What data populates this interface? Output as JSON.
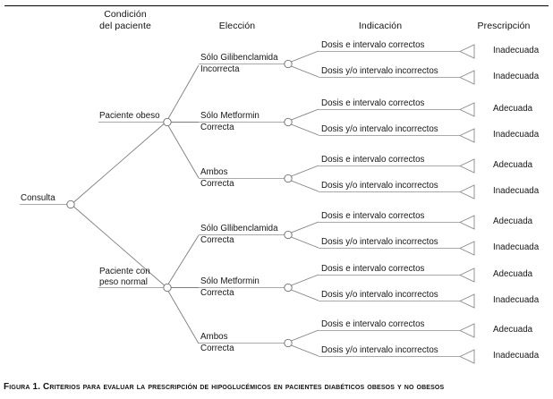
{
  "figure": {
    "caption": "Figura 1. Criterios para evaluar la prescripción de hipoglucémicos en pacientes diabéticos obesos  y no obesos",
    "root_label": "Consulta"
  },
  "headers": {
    "condicion": "Condición\ndel paciente",
    "eleccion": "Elección",
    "indicacion": "Indicación",
    "prescripcion": "Prescripción"
  },
  "indication_labels": {
    "correct": "Dosis e intervalo correctos",
    "incorrect": "Dosis y/o intervalo incorrectos"
  },
  "prescription_values": {
    "adecuada": "Adecuada",
    "inadecuada": "Inadecuada"
  },
  "branches": [
    {
      "condition": "Paciente obeso",
      "choices": [
        {
          "drug": "Sólo Gilibenclamida",
          "correctness": "Incorrecta",
          "outcomes": [
            {
              "indication": "Dosis e intervalo correctos",
              "prescription": "Inadecuada"
            },
            {
              "indication": "Dosis y/o intervalo incorrectos",
              "prescription": "Inadecuada"
            }
          ]
        },
        {
          "drug": "Sólo Metformin",
          "correctness": "Correcta",
          "outcomes": [
            {
              "indication": "Dosis e intervalo correctos",
              "prescription": "Adecuada"
            },
            {
              "indication": "Dosis y/o intervalo incorrectos",
              "prescription": "Inadecuada"
            }
          ]
        },
        {
          "drug": "Ambos",
          "correctness": "Correcta",
          "outcomes": [
            {
              "indication": "Dosis e intervalo correctos",
              "prescription": "Adecuada"
            },
            {
              "indication": "Dosis y/o intervalo incorrectos",
              "prescription": "Inadecuada"
            }
          ]
        }
      ]
    },
    {
      "condition": "Paciente con\npeso normal",
      "choices": [
        {
          "drug": "Sólo Gllibenclamida",
          "correctness": "Correcta",
          "outcomes": [
            {
              "indication": "Dosis e intervalo correctos",
              "prescription": "Adecuada"
            },
            {
              "indication": "Dosis y/o intervalo incorrectos",
              "prescription": "Inadecuada"
            }
          ]
        },
        {
          "drug": "Sólo Metformin",
          "correctness": "Correcta",
          "outcomes": [
            {
              "indication": "Dosis e intervalo correctos",
              "prescription": "Adecuada"
            },
            {
              "indication": "Dosis y/o intervalo incorrectos",
              "prescription": "Inadecuada"
            }
          ]
        },
        {
          "drug": "Ambos",
          "correctness": "Correcta",
          "outcomes": [
            {
              "indication": "Dosis e intervalo correctos",
              "prescription": "Adecuada"
            },
            {
              "indication": "Dosis y/o intervalo incorrectos",
              "prescription": "Inadecuada"
            }
          ]
        }
      ]
    }
  ],
  "colors": {
    "line": "#7d7d7d",
    "text": "#161616",
    "rule": "#000000",
    "background": "#ffffff"
  }
}
